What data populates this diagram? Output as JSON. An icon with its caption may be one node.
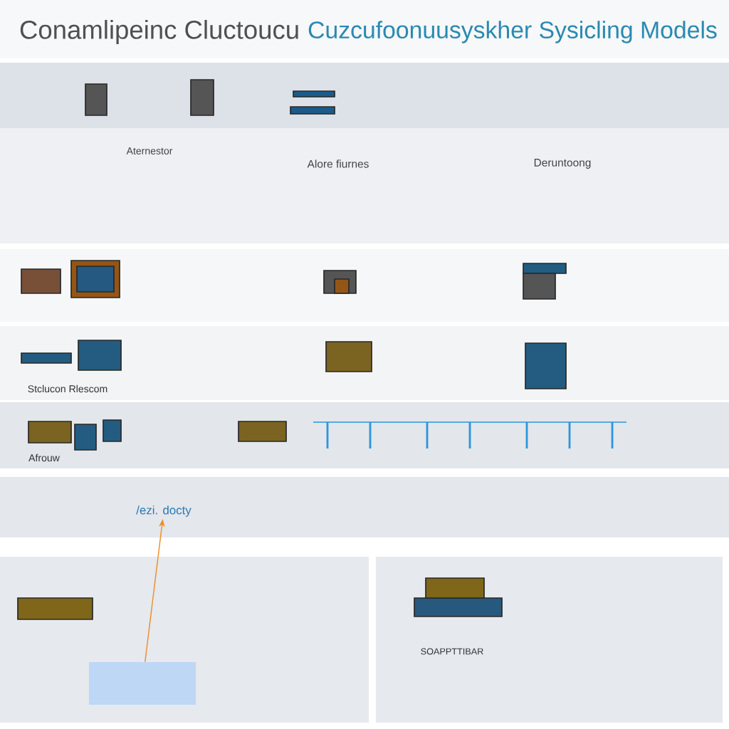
{
  "diagram": {
    "title": "Conamlipeinc Cluctoucu",
    "nodes": [
      {
        "text": [
          "/ezi. docty"
        ]
      },
      {
        "text": [],
        "shape": "bar"
      }
    ],
    "edges": [
      {
        "from": 1,
        "to": 0,
        "arrow": "to",
        "color": "#f08a24"
      }
    ],
    "labels": [
      "Cuzcufoonuusyskher Sysicling Models",
      "Aternestor",
      "Alore fiurnes",
      "Deruntoong",
      "Stclucon Rlescom",
      "Afrouw",
      "SOAPPTTIBAR"
    ]
  }
}
